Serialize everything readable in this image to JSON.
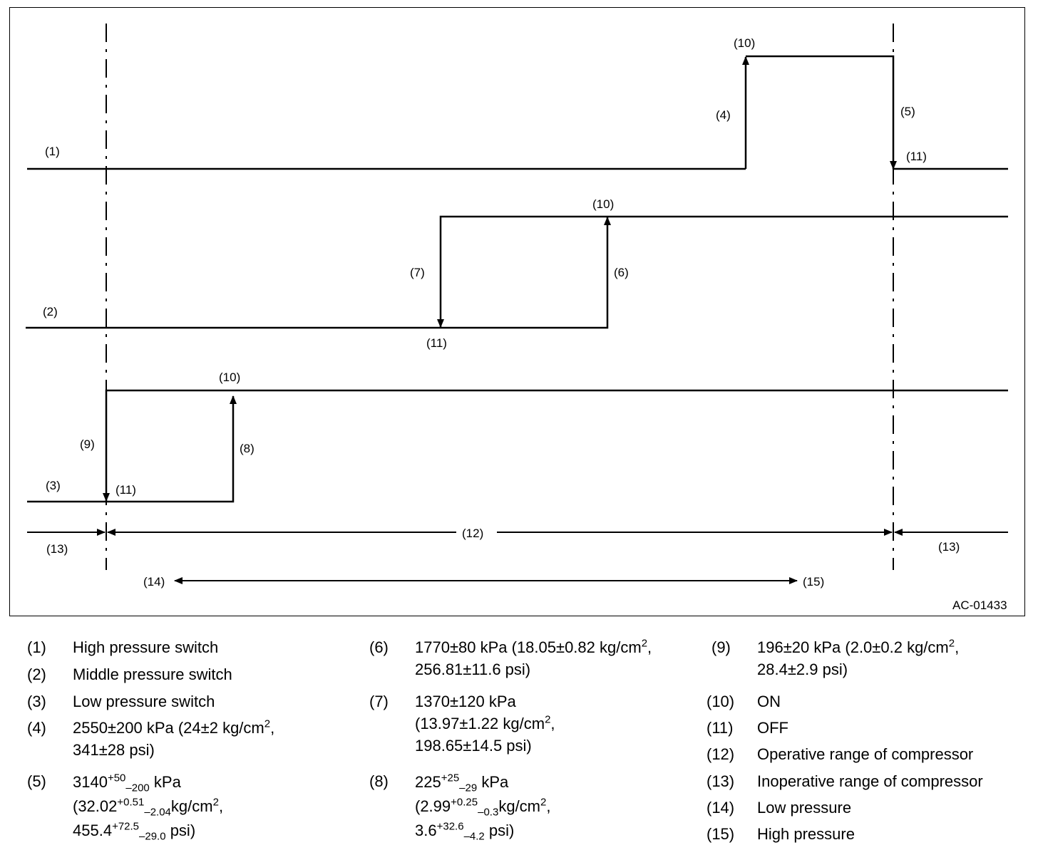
{
  "diagram": {
    "code": "AC-01433",
    "callouts": {
      "c1": "(1)",
      "c2": "(2)",
      "c3": "(3)",
      "c4": "(4)",
      "c5": "(5)",
      "c6": "(6)",
      "c7": "(7)",
      "c8": "(8)",
      "c9": "(9)",
      "c10": "(10)",
      "c11": "(11)",
      "c12": "(12)",
      "c13": "(13)",
      "c14": "(14)",
      "c15": "(15)"
    }
  },
  "legend": {
    "i1": {
      "num": "(1)",
      "text": "High pressure switch"
    },
    "i2": {
      "num": "(2)",
      "text": "Middle pressure switch"
    },
    "i3": {
      "num": "(3)",
      "text": "Low pressure switch"
    },
    "i4": {
      "num": "(4)",
      "l1a": "2550±200 kPa (24±2 kg/cm",
      "l1sup": "2",
      "l1b": ",",
      "l2": "341±28 psi)"
    },
    "i5": {
      "num": "(5)",
      "l1a": "3140",
      "l1sup": "+50",
      "l1sub": "–200",
      "l1b": " kPa",
      "l2a": "(32.02",
      "l2sup": "+0.51",
      "l2sub": "–2.04",
      "l2b": "kg/cm",
      "l2sup2": "2",
      "l2c": ",",
      "l3a": "455.4",
      "l3sup": "+72.5",
      "l3sub": "–29.0",
      "l3b": " psi)"
    },
    "i6": {
      "num": "(6)",
      "l1a": "1770±80 kPa (18.05±0.82 kg/cm",
      "l1sup": "2",
      "l1b": ",",
      "l2": "256.81±11.6 psi)"
    },
    "i7": {
      "num": "(7)",
      "l1": "1370±120 kPa",
      "l2a": "(13.97±1.22 kg/cm",
      "l2sup": "2",
      "l2b": ",",
      "l3": "198.65±14.5 psi)"
    },
    "i8": {
      "num": "(8)",
      "l1a": "225",
      "l1sup": "+25",
      "l1sub": "–29",
      "l1b": " kPa",
      "l2a": "(2.99",
      "l2sup": "+0.25",
      "l2sub": "–0.3",
      "l2b": "kg/cm",
      "l2sup2": "2",
      "l2c": ",",
      "l3a": "3.6",
      "l3sup": "+32.6",
      "l3sub": "–4.2",
      "l3b": " psi)"
    },
    "i9": {
      "num": "(9)",
      "l1a": "196±20 kPa (2.0±0.2 kg/cm",
      "l1sup": "2",
      "l1b": ",",
      "l2": "28.4±2.9 psi)"
    },
    "i10": {
      "num": "(10)",
      "text": "ON"
    },
    "i11": {
      "num": "(11)",
      "text": "OFF"
    },
    "i12": {
      "num": "(12)",
      "text": "Operative range of compressor"
    },
    "i13": {
      "num": "(13)",
      "text": "Inoperative range of compressor"
    },
    "i14": {
      "num": "(14)",
      "text": "Low pressure"
    },
    "i15": {
      "num": "(15)",
      "text": "High pressure"
    }
  }
}
